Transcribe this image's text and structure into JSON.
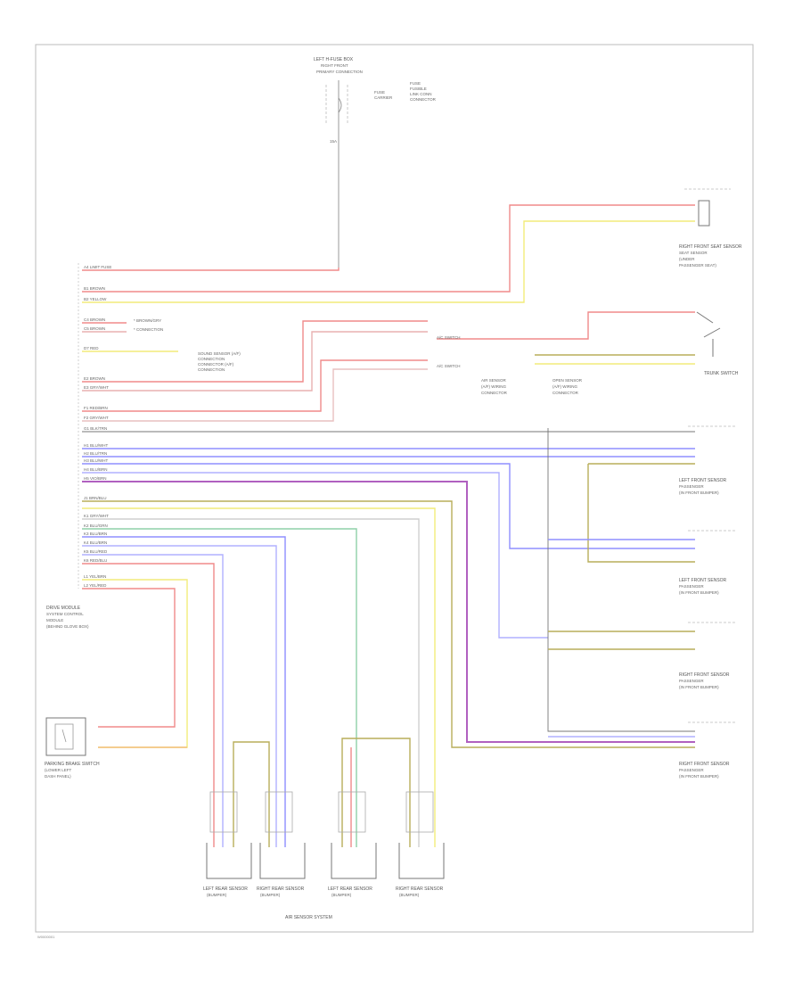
{
  "diagram": {
    "footer_code": "W0000001",
    "wire_colors": {
      "red": "#f08a8a",
      "yellow": "#f2ec7a",
      "blue": "#8f8fff",
      "green": "#8fd0a8",
      "olive": "#b8ae5a",
      "gray": "#cfcfcf",
      "purple": "#b060c0",
      "black": "#555555",
      "brown": "#c8a070"
    },
    "components": {
      "fuse_box": "LEFT H-FUSE BOX",
      "park_brake_switch": "PARKING BRAKE SWITCH",
      "front_sensor_right": "RIGHT FRONT SEAT SENSOR",
      "module": "DRIVE MODULE",
      "trunk_switch": "TRUNK SWITCH",
      "left_front_sensor": "LEFT FRONT SENSOR",
      "left_front_sensor2": "LEFT FRONT SENSOR",
      "right_front_sensor": "RIGHT FRONT SENSOR",
      "right_front_sensor2": "RIGHT FRONT SENSOR",
      "left_rear_sensor": "LEFT REAR SENSOR",
      "right_rear_sensor": "RIGHT REAR SENSOR",
      "left_rear_sensor2": "LEFT REAR SENSOR",
      "right_rear_sensor2": "RIGHT REAR SENSOR",
      "bottom_note": "AIR SENSOR SYSTEM"
    }
  }
}
